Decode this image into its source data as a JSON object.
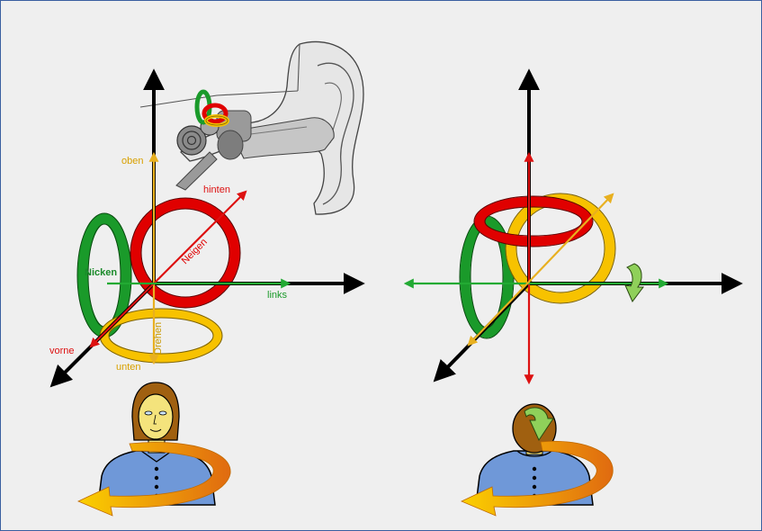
{
  "labels": {
    "oben": "oben",
    "unten": "unten",
    "hinten": "hinten",
    "vorne": "vorne",
    "links": "links",
    "nicken": "Nicken",
    "neigen": "Neigen",
    "drehen": "Drehen"
  },
  "colors": {
    "background": "#efefef",
    "frame": "#3a5fa0",
    "axis": "#000000",
    "yaw_ring": "#f7c200",
    "pitch_ring": "#1a9a2a",
    "roll_ring": "#e00000",
    "arrow_vertical": "#e8b020",
    "arrow_depth": "#dd1111",
    "arrow_lateral": "#22aa33",
    "head_arrow": "#f39200",
    "person_shirt": "#6f98d8",
    "person_hair": "#a06010"
  },
  "icons": {
    "ear": "ear-cross-section-icon",
    "person_front": "person-front-icon",
    "person_back": "person-back-icon",
    "rotation": "curved-rotation-arrow-icon"
  }
}
